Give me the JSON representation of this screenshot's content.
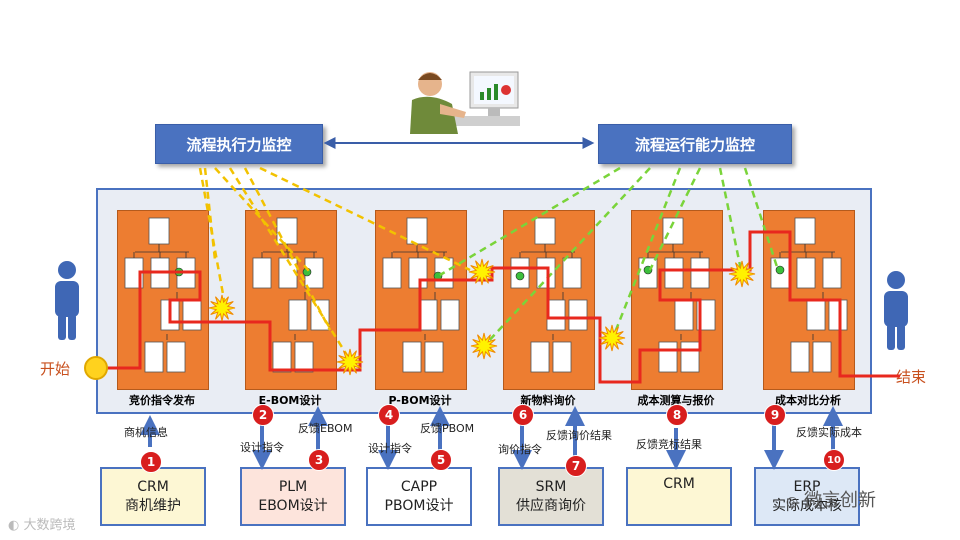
{
  "monitors": {
    "left": "流程执行力监控",
    "right": "流程运行能力监控"
  },
  "side_labels": {
    "start": "开始",
    "end": "结束"
  },
  "stages": [
    {
      "label": "竞价指令发布"
    },
    {
      "label": "E-BOM设计"
    },
    {
      "label": "P-BOM设计"
    },
    {
      "label": "新物料询价"
    },
    {
      "label": "成本测算与报价"
    },
    {
      "label": "成本对比分析"
    }
  ],
  "systems": [
    {
      "line1": "CRM",
      "line2": "商机维护",
      "bg": "#fdf7d4"
    },
    {
      "line1": "PLM",
      "line2": "EBOM设计",
      "bg": "#fde4dc"
    },
    {
      "line1": "CAPP",
      "line2": "PBOM设计",
      "bg": "#ffffff"
    },
    {
      "line1": "SRM",
      "line2": "供应商询价",
      "bg": "#e3e0d6"
    },
    {
      "line1": "CRM",
      "line2": "",
      "bg": "#fdf7d4"
    },
    {
      "line1": "ERP",
      "line2": "实际成本核",
      "bg": "#dde8f6"
    }
  ],
  "flows": [
    {
      "num": "1",
      "label": "商机信息"
    },
    {
      "num": "2",
      "label": "设计指令"
    },
    {
      "num": "3",
      "label": "反馈EBOM"
    },
    {
      "num": "4",
      "label": "设计指令"
    },
    {
      "num": "5",
      "label": "反馈PBOM"
    },
    {
      "num": "6",
      "label": "询价指令"
    },
    {
      "num": "7",
      "label": "反馈询价结果"
    },
    {
      "num": "8",
      "label": "反馈竞标结果"
    },
    {
      "num": "9",
      "label": ""
    },
    {
      "num": "10",
      "label": "反馈实际成本"
    }
  ],
  "watermarks": {
    "wechat": "微言创新",
    "corner": "大数跨境"
  },
  "colors": {
    "accent_blue": "#4a72c0",
    "stage_orange": "#ed7d31",
    "process_red": "#e8281e",
    "monitor_yellow": "#f2c200",
    "monitor_green": "#7ad43a",
    "badge_red": "#d81e1e"
  }
}
